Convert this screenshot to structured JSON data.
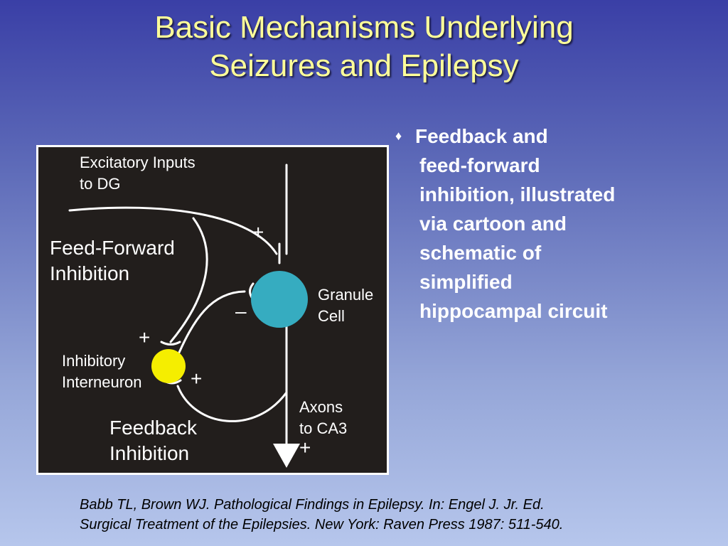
{
  "slide": {
    "title_lines": [
      "Basic Mechanisms Underlying",
      "Seizures and Epilepsy"
    ],
    "bullet": {
      "marker": "♦",
      "lines": [
        "Feedback and",
        "feed-forward",
        "inhibition, illustrated",
        "via cartoon and",
        "schematic of",
        "simplified",
        "hippocampal circuit"
      ]
    },
    "citation_lines": [
      "Babb TL, Brown WJ. Pathological Findings in Epilepsy. In: Engel J. Jr. Ed.",
      "Surgical Treatment of the Epilepsies. New York: Raven Press 1987: 511-540."
    ]
  },
  "diagram": {
    "excitatory_inputs": [
      "Excitatory Inputs",
      "to DG"
    ],
    "feed_forward": [
      "Feed-Forward",
      "Inhibition"
    ],
    "granule_cell": [
      "Granule",
      "Cell"
    ],
    "inhibitory_interneuron": [
      "Inhibitory",
      "Interneuron"
    ],
    "axons": [
      "Axons",
      "to CA3"
    ],
    "feedback": [
      "Feedback",
      "Inhibition"
    ],
    "signs": {
      "plus_excitatory": "+",
      "minus_inhibition": "–",
      "plus_interneuron_input": "+",
      "plus_interneuron_feedback": "+",
      "plus_axon": "+"
    },
    "colors": {
      "background": "#221e1c",
      "granule_cell": "#36acc0",
      "interneuron": "#f5ee00",
      "lines": "#ffffff"
    }
  }
}
